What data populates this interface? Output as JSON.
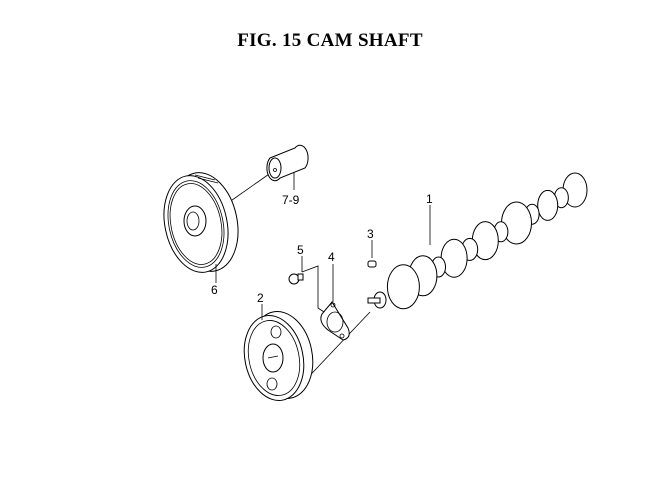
{
  "title": "FIG. 15  CAM SHAFT",
  "callouts": {
    "camshaft": "1",
    "gear_2": "2",
    "key": "3",
    "plate": "4",
    "bolt": "5",
    "gear_6": "6",
    "pin": "7-9"
  }
}
